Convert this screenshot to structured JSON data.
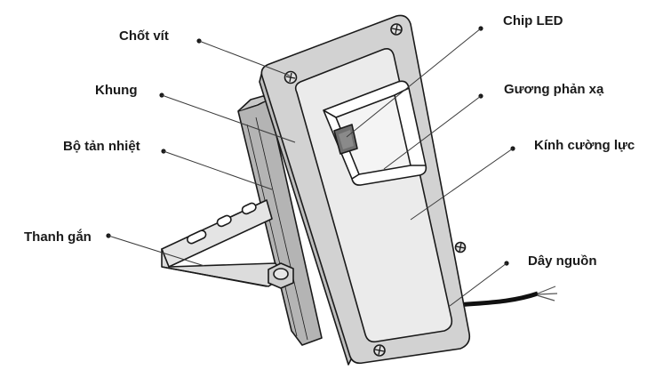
{
  "labels": {
    "screw": "Chốt vít",
    "frame": "Khung",
    "heatsink": "Bộ tản nhiệt",
    "bracket": "Thanh gắn",
    "led_chip": "Chip LED",
    "reflector": "Gương phản xạ",
    "glass": "Kính cường lực",
    "power_cord": "Dây nguồn"
  },
  "colors": {
    "frame_fill": "#d2d2d2",
    "body_fill": "#b4b4b4",
    "panel_fill": "#ebebeb",
    "outline": "#1a1a1a"
  }
}
